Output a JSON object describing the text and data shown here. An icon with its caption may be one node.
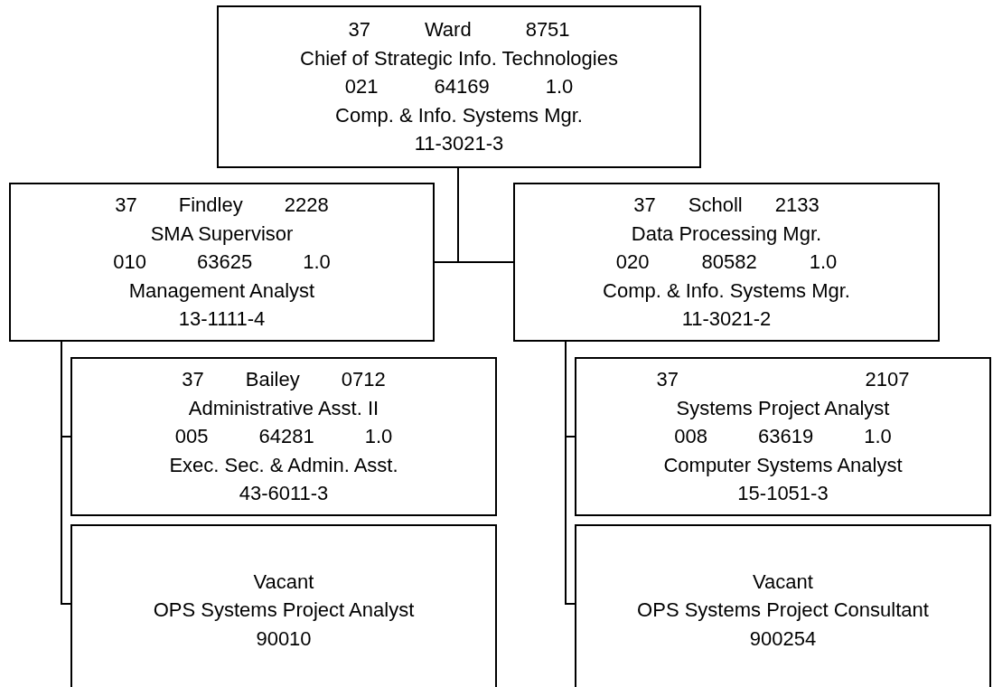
{
  "diagram": {
    "nodes": [
      {
        "text": [
          "37",
          "Ward",
          "8751",
          "Chief of Strategic Info. Technologies",
          "021",
          "64169",
          "1.0",
          "Comp. & Info. Systems Mgr.",
          "11-3021-3"
        ]
      },
      {
        "text": [
          "37",
          "Findley",
          "2228",
          "SMA Supervisor",
          "010",
          "63625",
          "1.0",
          "Management Analyst",
          "13-1111-4"
        ]
      },
      {
        "text": [
          "37",
          "Scholl",
          "2133",
          "Data Processing Mgr.",
          "020",
          "80582",
          "1.0",
          "Comp. & Info. Systems Mgr.",
          "11-3021-2"
        ]
      },
      {
        "text": [
          "37",
          "Bailey",
          "0712",
          "Administrative Asst. II",
          "005",
          "64281",
          "1.0",
          "Exec. Sec. & Admin. Asst.",
          "43-6011-3"
        ]
      },
      {
        "text": [
          "Vacant",
          "OPS Systems Project Analyst",
          "90010"
        ]
      },
      {
        "text": [
          "37",
          "2107",
          "Systems Project Analyst",
          "008",
          "63619",
          "1.0",
          "Computer Systems Analyst",
          "15-1051-3"
        ]
      },
      {
        "text": [
          "Vacant",
          "OPS Systems Project Consultant",
          "900254"
        ]
      }
    ],
    "edges": [
      {
        "from": 0,
        "to": 1,
        "arrow": "none"
      },
      {
        "from": 0,
        "to": 2,
        "arrow": "none"
      },
      {
        "from": 1,
        "to": 3,
        "arrow": "none"
      },
      {
        "from": 1,
        "to": 4,
        "arrow": "none"
      },
      {
        "from": 2,
        "to": 5,
        "arrow": "none"
      },
      {
        "from": 2,
        "to": 6,
        "arrow": "none"
      }
    ]
  }
}
